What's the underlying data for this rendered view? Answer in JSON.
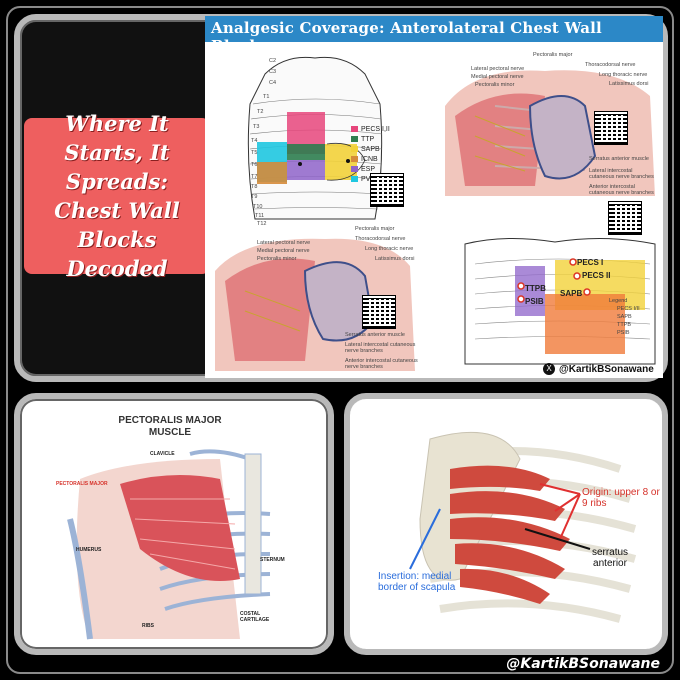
{
  "top": {
    "title_box": "Where It Starts, It Spreads: Chest Wall Blocks Decoded",
    "infographic": {
      "title": "Analgesic Coverage: Anterolateral Chest Wall Blocks",
      "handle": "@KartikBSonawane",
      "legend": [
        {
          "label": "PECS I,II",
          "color": "#e6457b"
        },
        {
          "label": "TTP",
          "color": "#2e7d4f"
        },
        {
          "label": "SAPB",
          "color": "#f2d23a"
        },
        {
          "label": "ICNB",
          "color": "#d58b3a"
        },
        {
          "label": "ESP",
          "color": "#8e63c9"
        },
        {
          "label": "PVB",
          "color": "#1fc7e0"
        }
      ],
      "dermatomes": [
        "C2",
        "C3",
        "C4",
        "T1",
        "T2",
        "T3",
        "T4",
        "T5",
        "T6",
        "T7",
        "T8",
        "T9",
        "T10",
        "T11",
        "T12"
      ],
      "nerve_labels_top": [
        "Pectoralis major",
        "Thoracodorsal nerve",
        "Lateral pectoral nerve",
        "Medial pectoral nerve",
        "Long thoracic nerve",
        "Pectoralis minor",
        "Latissimus dorsi",
        "Serratus anterior muscle",
        "Lateral intercostal cutaneous nerve branches",
        "Anterior intercostal cutaneous nerve branches"
      ],
      "nerve_labels_bottom": [
        "Pectoralis major",
        "Lateral pectoral nerve",
        "Thoracodorsal nerve",
        "Medial pectoral nerve",
        "Long thoracic nerve",
        "Pectoralis minor",
        "Latissimus dorsi",
        "Serratus anterior muscle",
        "Lateral intercostal cutaneous nerve branches",
        "Anterior intercostal cutaneous nerve branches"
      ],
      "block_sites": [
        "PECS I",
        "PECS II",
        "SAPB",
        "TTPB",
        "PSIB"
      ],
      "block_legend": [
        "PECS I/II",
        "SAPB",
        "TTPB",
        "PSIB"
      ],
      "legend_title": "Legend"
    }
  },
  "bottom_left": {
    "title": "PECTORALIS MAJOR MUSCLE",
    "labels": {
      "clavicle": "CLAVICLE",
      "muscle": "PECTORALIS MAJOR",
      "humerus": "HUMERUS",
      "sternum": "STERNUM",
      "ribs": "RIBS",
      "cartilage": "COSTAL CARTILAGE"
    }
  },
  "bottom_right": {
    "origin": "Origin: upper 8 or 9 ribs",
    "insertion": "Insertion: medial border of scapula",
    "muscle": "serratus anterior"
  },
  "watermark": "@KartikBSonawane",
  "colors": {
    "title_box": "#ee5f5f",
    "header": "#2c88c7",
    "muscle": "#d9535a",
    "bone": "#e9e7df"
  }
}
